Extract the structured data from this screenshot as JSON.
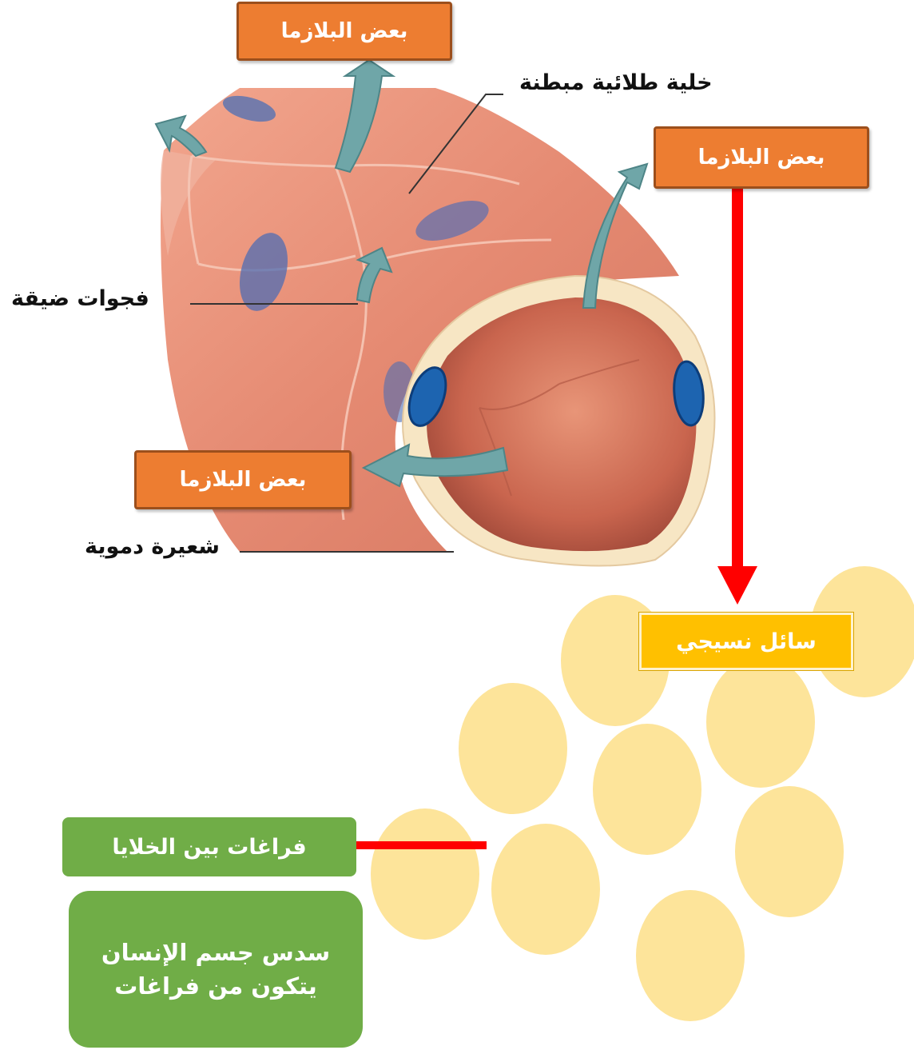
{
  "labels": {
    "plasma_top": "بعض البلازما",
    "plasma_right": "بعض البلازما",
    "plasma_bottom": "بعض البلازما",
    "lining_cell": "خلية طلائية مبطنة",
    "narrow_gaps": "فجوات ضيقة",
    "capillary": "شعيرة دموية",
    "tissue_fluid": "سائل نسيجي",
    "spaces_between_cells": "فراغات بين الخلايا",
    "note_line1": "سدس جسم الإنسان",
    "note_line2": "يتكون من فراغات"
  },
  "colors": {
    "orange_label": "#ed7d31",
    "tissue_fluid_label": "#ffc000",
    "green_label": "#70ad47",
    "pointer_arrow": "#ff0000",
    "cell_fill": "#fde49a",
    "vessel_wall": "#e2856e",
    "nucleus": "#1d64b0",
    "plasma_arrow": "#6fa6a8"
  }
}
